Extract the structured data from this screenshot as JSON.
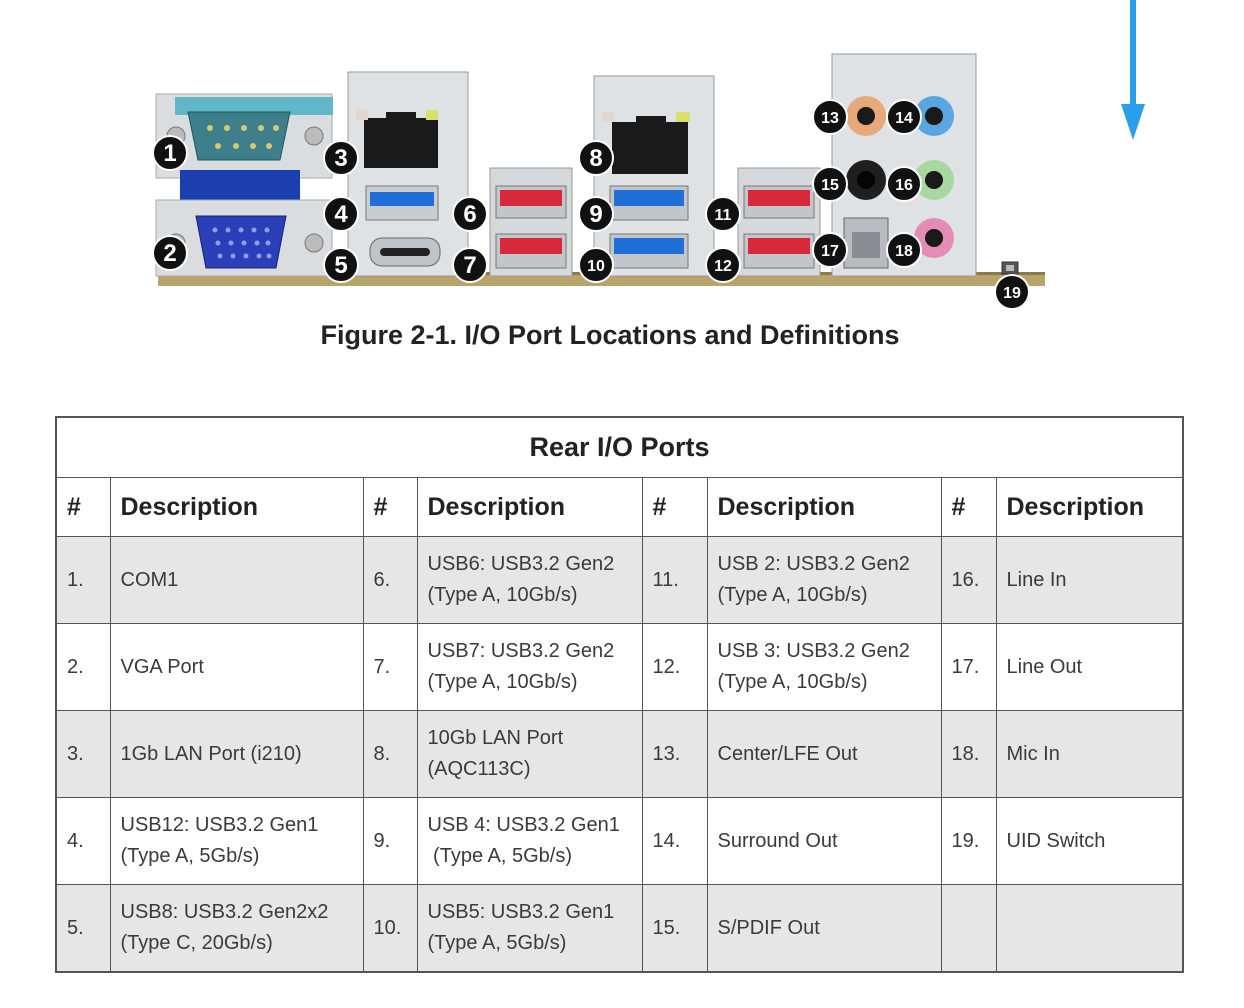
{
  "figure": {
    "caption": "Figure 2-1. I/O Port Locations and Definitions",
    "callouts": [
      "1",
      "2",
      "3",
      "4",
      "5",
      "6",
      "7",
      "8",
      "9",
      "10",
      "11",
      "12",
      "13",
      "14",
      "15",
      "16",
      "17",
      "18",
      "19"
    ],
    "colors": {
      "usb3_blue": "#1f6fd6",
      "usb_red": "#d8283a",
      "vga_blue": "#2a3fb8",
      "com_teal": "#3a7f86",
      "audio_orange": "#e8a97a",
      "audio_blue": "#5aa6e0",
      "audio_green": "#a8d8a0",
      "audio_pink": "#e58cb5",
      "arrow_blue": "#2a9ee8",
      "board_tan": "#b8a46a",
      "callout_black": "#111111"
    }
  },
  "table": {
    "title": "Rear I/O Ports",
    "headers": [
      "#",
      "Description",
      "#",
      "Description",
      "#",
      "Description",
      "#",
      "Description"
    ],
    "rows": [
      [
        {
          "num": "1.",
          "desc": [
            "COM1"
          ]
        },
        {
          "num": "6.",
          "desc": [
            "USB6: USB3.2 Gen2",
            "(Type A, 10Gb/s)"
          ]
        },
        {
          "num": "11.",
          "desc": [
            "USB 2: USB3.2 Gen2",
            "(Type A, 10Gb/s)"
          ]
        },
        {
          "num": "16.",
          "desc": [
            "Line In"
          ]
        }
      ],
      [
        {
          "num": "2.",
          "desc": [
            "VGA Port"
          ]
        },
        {
          "num": "7.",
          "desc": [
            "USB7: USB3.2 Gen2",
            "(Type A, 10Gb/s)"
          ]
        },
        {
          "num": "12.",
          "desc": [
            "USB 3: USB3.2 Gen2",
            "(Type A, 10Gb/s)"
          ]
        },
        {
          "num": "17.",
          "desc": [
            "Line Out"
          ]
        }
      ],
      [
        {
          "num": "3.",
          "desc": [
            "1Gb LAN Port (i210)"
          ]
        },
        {
          "num": "8.",
          "desc": [
            "10Gb LAN Port",
            "(AQC113C)"
          ]
        },
        {
          "num": "13.",
          "desc": [
            "Center/LFE Out"
          ]
        },
        {
          "num": "18.",
          "desc": [
            "Mic In"
          ]
        }
      ],
      [
        {
          "num": "4.",
          "desc": [
            "USB12: USB3.2 Gen1",
            "(Type A, 5Gb/s)"
          ]
        },
        {
          "num": "9.",
          "desc": [
            "USB 4: USB3.2 Gen1",
            " (Type A, 5Gb/s)"
          ]
        },
        {
          "num": "14.",
          "desc": [
            "Surround Out"
          ]
        },
        {
          "num": "19.",
          "desc": [
            "UID Switch"
          ]
        }
      ],
      [
        {
          "num": "5.",
          "desc": [
            "USB8: USB3.2 Gen2x2",
            "(Type C, 20Gb/s)"
          ]
        },
        {
          "num": "10.",
          "desc": [
            "USB5: USB3.2 Gen1",
            "(Type A, 5Gb/s)"
          ]
        },
        {
          "num": "15.",
          "desc": [
            "S/PDIF Out"
          ]
        },
        {
          "num": "",
          "desc": []
        }
      ]
    ]
  }
}
